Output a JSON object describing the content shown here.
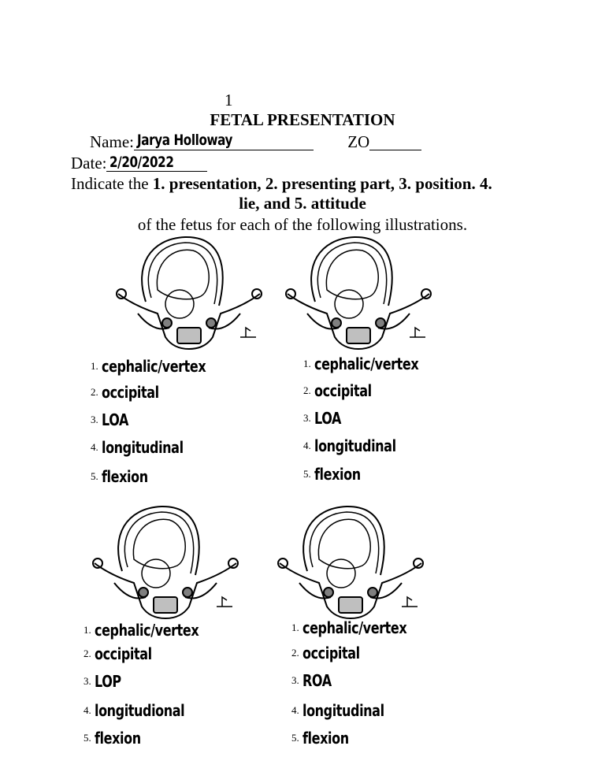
{
  "page_number": "1",
  "title": "FETAL PRESENTATION",
  "name_label": "Name:",
  "name_value": "Jarya Holloway",
  "zo_label": "ZO",
  "date_label": "Date:",
  "date_value": "2/20/2022",
  "instruction": {
    "prefix": "Indicate the ",
    "bold1": "1. presentation, 2. presenting part, 3. position. 4.",
    "bold2": "lie, and 5. attitude",
    "suffix": "of the fetus for each of the following illustrations."
  },
  "illustrations": [
    {
      "answers": [
        "cephalic/vertex",
        "occipital",
        "LOA",
        "longitudinal",
        "flexion"
      ]
    },
    {
      "answers": [
        "cephalic/vertex",
        "occipital",
        "LOA",
        "longitudinal",
        "flexion"
      ]
    },
    {
      "answers": [
        "cephalic/vertex",
        "occipital",
        "LOP",
        "longitudional",
        "flexion"
      ]
    },
    {
      "answers": [
        "cephalic/vertex",
        "occipital",
        "ROA",
        "longitudinal",
        "flexion"
      ]
    }
  ],
  "numbers": [
    "1.",
    "2.",
    "3.",
    "4.",
    "5."
  ]
}
